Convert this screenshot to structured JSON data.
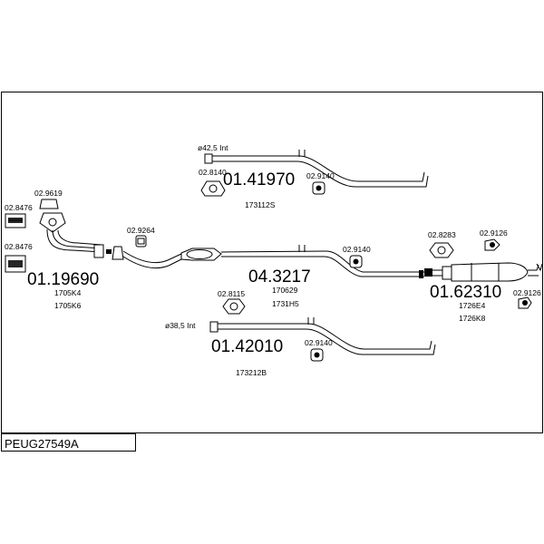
{
  "diagram": {
    "footer_code": "PEUG27549A",
    "assemblies": {
      "front_pipe": {
        "number": "01.19690",
        "refs": [
          "1705K4",
          "1705K6"
        ]
      },
      "center_pipe": {
        "number": "04.3217",
        "refs": [
          "170629",
          "1731H5"
        ]
      },
      "rear_box": {
        "number": "01.62310",
        "refs": [
          "1726E4",
          "1726K8"
        ]
      },
      "upper_pipe": {
        "number": "01.41970",
        "ref": "173112S",
        "spec": "ø42,5 Int"
      },
      "lower_pipe": {
        "number": "01.42010",
        "ref": "173212B",
        "spec": "ø38,5 Int"
      }
    },
    "fittings": {
      "f_2_8476_a": "02.8476",
      "f_2_8476_b": "02.8476",
      "f_2_9619": "02.9619",
      "f_2_9264": "02.9264",
      "f_2_8140": "02.8140",
      "f_2_9140_upper": "02.9140",
      "f_2_9140_center": "02.9140",
      "f_2_8115": "02.8115",
      "f_2_9140_lower": "02.9140",
      "f_2_8283": "02.8283",
      "f_2_9126_a": "02.9126",
      "f_2_9126_b": "02.9126"
    }
  }
}
